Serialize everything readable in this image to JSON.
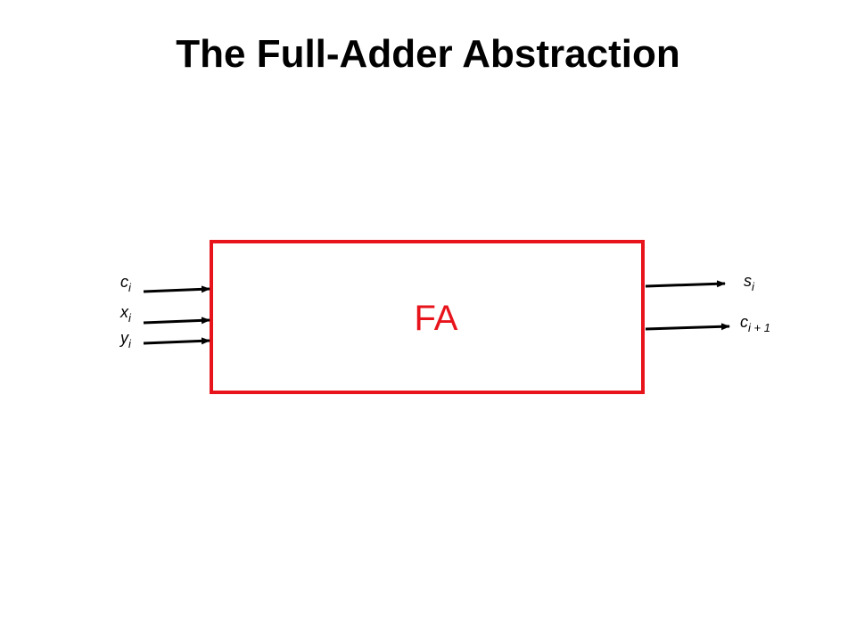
{
  "title": "The Full-Adder Abstraction",
  "block": {
    "label": "FA",
    "border_color": "#e8141c",
    "text_color": "#e8141c"
  },
  "inputs": [
    {
      "name": "c",
      "subscript": "i"
    },
    {
      "name": "x",
      "subscript": "i"
    },
    {
      "name": "y",
      "subscript": "i"
    }
  ],
  "outputs": [
    {
      "name": "s",
      "subscript": "i"
    },
    {
      "name": "c",
      "subscript": "i + 1"
    }
  ],
  "wire_color": "#000000"
}
